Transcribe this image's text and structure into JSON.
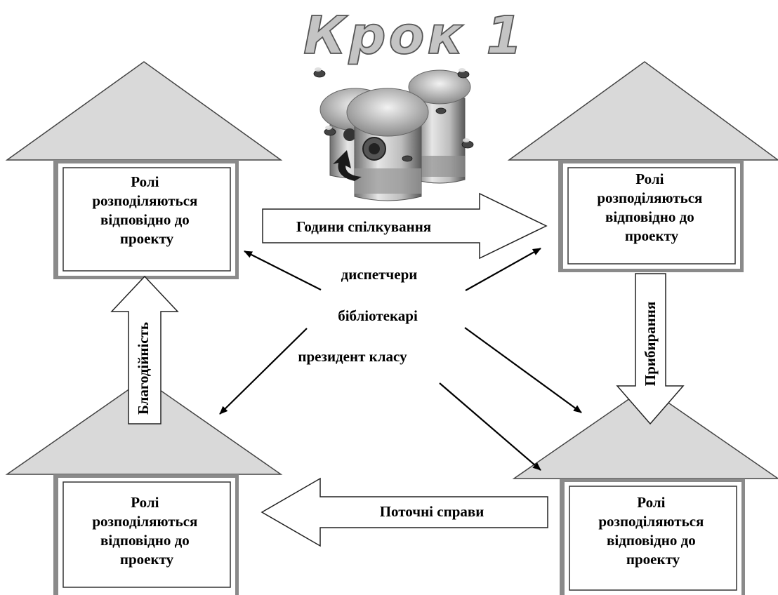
{
  "title": "Крок 1",
  "houses": [
    {
      "lines": [
        "Ролі",
        "розподіляються",
        "відповідно до",
        "проекту"
      ]
    },
    {
      "lines": [
        "Ролі",
        "розподіляються",
        "відповідно до",
        "проекту"
      ]
    },
    {
      "lines": [
        "Ролі",
        "розподіляються",
        "відповідно до",
        "проекту"
      ]
    },
    {
      "lines": [
        "Ролі",
        "розподіляються",
        "відповідно до",
        "проекту"
      ]
    }
  ],
  "flows": {
    "top": "Години спілкування",
    "right": "Прибирання",
    "bottom": "Поточні справи",
    "left": "Благодійність"
  },
  "roles": [
    "диспетчери",
    "бібліотекарі",
    "президент класу"
  ],
  "illustration": "beehives-with-bees",
  "colors": {
    "roof": "#d9d9d9",
    "frame": "#8a8a8a",
    "title_fill": "#c0c0c0"
  }
}
